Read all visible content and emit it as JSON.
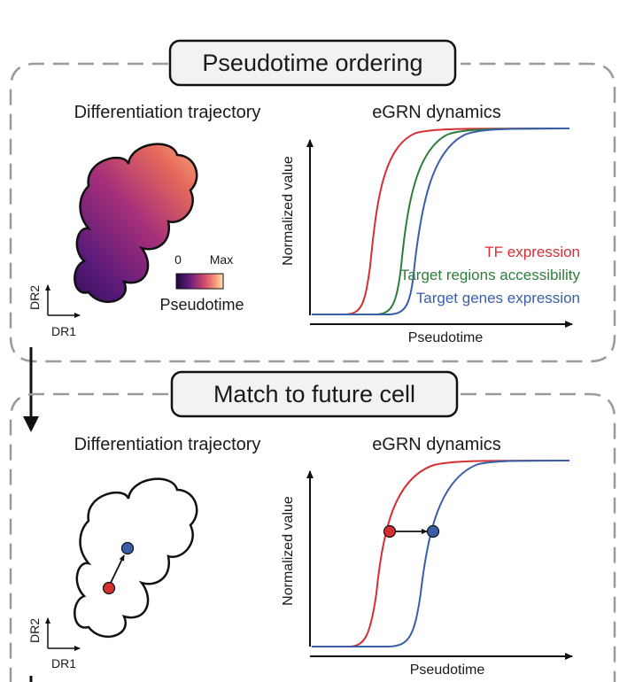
{
  "top_panel": {
    "title": "Pseudotime ordering",
    "left_title": "Differentiation trajectory",
    "right_title": "eGRN dynamics",
    "colorbar_min": "0",
    "colorbar_max": "Max",
    "colorbar_label": "Pseudotime",
    "dr_x": "DR1",
    "dr_y": "DR2",
    "y_axis_label": "Normalized value",
    "x_axis_label": "Pseudotime",
    "legend": [
      {
        "label": "TF expression",
        "color": "#d62f33"
      },
      {
        "label": "Target regions accessibility",
        "color": "#2e7d3a"
      },
      {
        "label": "Target genes expression",
        "color": "#3a5fa8"
      }
    ]
  },
  "bottom_panel": {
    "title": "Match to future cell",
    "left_title": "Differentiation trajectory",
    "right_title": "eGRN dynamics",
    "dr_x": "DR1",
    "dr_y": "DR2",
    "y_axis_label": "Normalized value",
    "x_axis_label": "Pseudotime",
    "point_colors": {
      "current": "#d62f33",
      "future": "#3a5fa8"
    }
  },
  "colors": {
    "border_dash": "#9a9a9a",
    "gradient": [
      "#1a0b3d",
      "#5a1a7a",
      "#a7307a",
      "#e66a5a",
      "#f9b38a",
      "#fbe6b8"
    ]
  }
}
